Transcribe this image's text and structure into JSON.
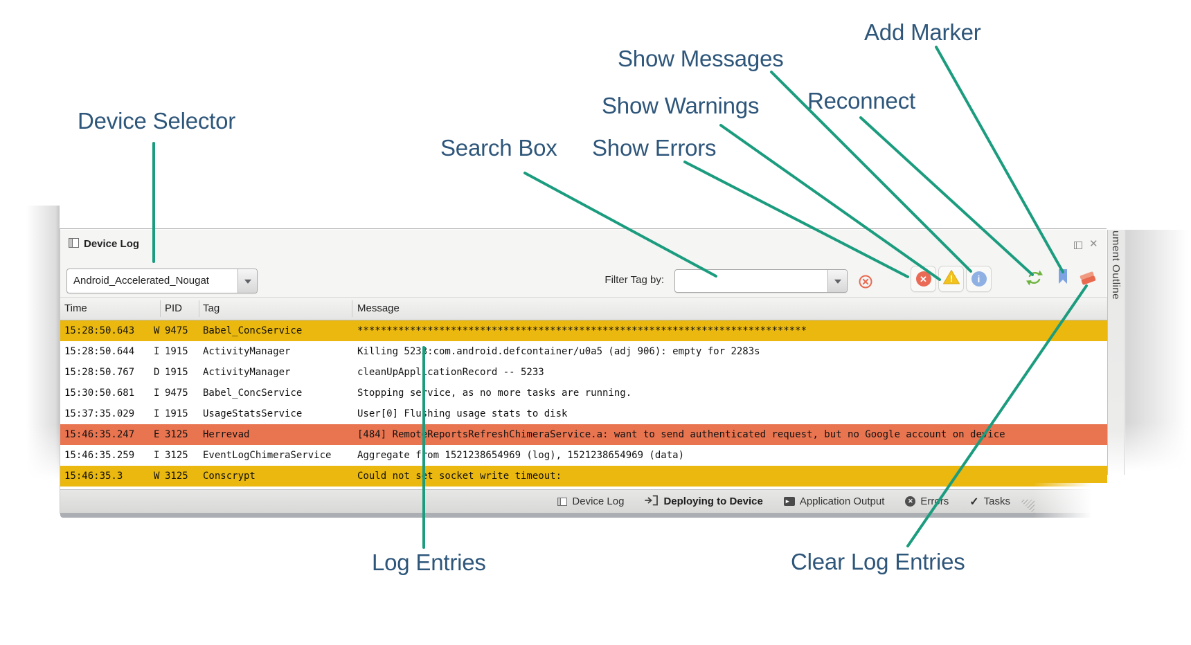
{
  "annotations": {
    "line_color": "#1b9c7e",
    "label_color": "#2e567a",
    "labels": {
      "device_selector": "Device Selector",
      "search_box": "Search Box",
      "show_errors": "Show Errors",
      "show_warnings": "Show Warnings",
      "show_messages": "Show Messages",
      "reconnect": "Reconnect",
      "add_marker": "Add Marker",
      "log_entries": "Log Entries",
      "clear_log_entries": "Clear Log Entries"
    }
  },
  "panel": {
    "title": "Device Log",
    "window_controls": {
      "float_icon": "float-pane-icon",
      "close_glyph": "✕"
    },
    "device_selector": {
      "value": "Android_Accelerated_Nougat"
    },
    "filter": {
      "label": "Filter Tag by:",
      "value": ""
    },
    "toolbar_icons": {
      "clear_filter": "outlined-red-circle-x",
      "show_errors": "red-circle-x",
      "show_warnings": "yellow-warning-triangle",
      "show_messages": "blue-circle-i",
      "reconnect": "green-refresh-arrows",
      "add_marker": "blue-bookmark",
      "clear_log": "orange-eraser"
    },
    "icons": {
      "error_x": "✕",
      "warning_mark": "!",
      "info_mark": "i",
      "terminal_mark": "▸",
      "check": "✓"
    },
    "outline_tab": "Document Outline",
    "table": {
      "columns": [
        "Time",
        "PID",
        "Tag",
        "Message"
      ],
      "rows": [
        {
          "time": "15:28:50.643",
          "level": "W",
          "pid": "9475",
          "tag": "Babel_ConcService",
          "message": "*****************************************************************************"
        },
        {
          "time": "15:28:50.644",
          "level": "I",
          "pid": "1915",
          "tag": "ActivityManager",
          "message": "Killing 5233:com.android.defcontainer/u0a5 (adj 906): empty for 2283s"
        },
        {
          "time": "15:28:50.767",
          "level": "D",
          "pid": "1915",
          "tag": "ActivityManager",
          "message": "cleanUpApplicationRecord -- 5233"
        },
        {
          "time": "15:30:50.681",
          "level": "I",
          "pid": "9475",
          "tag": "Babel_ConcService",
          "message": "Stopping service, as no more tasks are running."
        },
        {
          "time": "15:37:35.029",
          "level": "I",
          "pid": "1915",
          "tag": "UsageStatsService",
          "message": "User[0] Flushing usage stats to disk"
        },
        {
          "time": "15:46:35.247",
          "level": "E",
          "pid": "3125",
          "tag": "Herrevad",
          "message": "[484] RemoteReportsRefreshChimeraService.a: want to send authenticated request, but no Google account on device"
        },
        {
          "time": "15:46:35.259",
          "level": "I",
          "pid": "3125",
          "tag": "EventLogChimeraService",
          "message": "Aggregate from 1521238654969 (log), 1521238654969 (data)"
        },
        {
          "time": "15:46:35.3",
          "level": "W",
          "pid": "3125",
          "tag": "Conscrypt",
          "message": "Could not set socket write timeout:"
        }
      ]
    },
    "status_bar": {
      "items": [
        {
          "label": "Device Log"
        },
        {
          "label": "Deploying to Device"
        },
        {
          "label": "Application Output"
        },
        {
          "label": "Errors"
        },
        {
          "label": "Tasks"
        }
      ]
    },
    "colors": {
      "warning_row": "#eab80e",
      "error_row": "#e87450"
    }
  }
}
